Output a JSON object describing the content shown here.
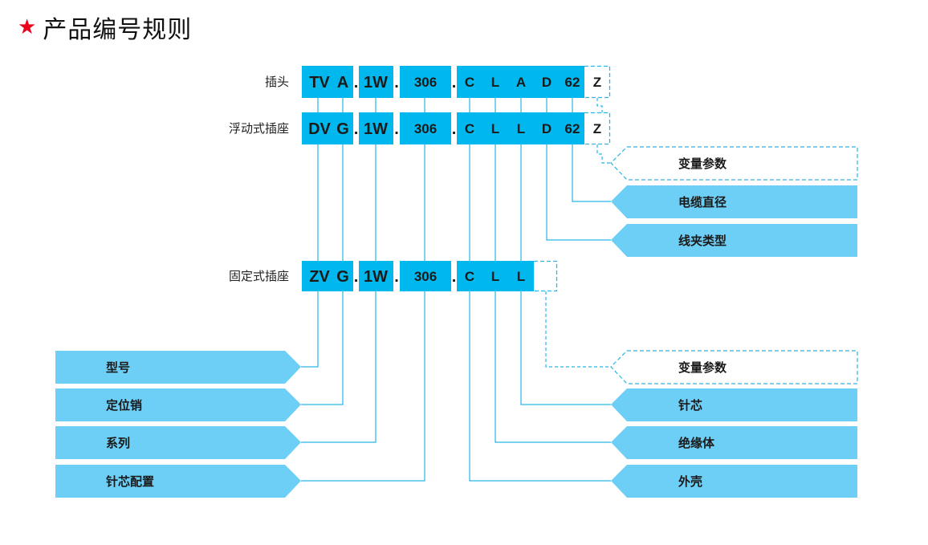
{
  "title": {
    "icon": "star-icon",
    "text": "产品编号规则"
  },
  "colors": {
    "box": "#00b7ee",
    "tag": "#6dcff6",
    "line": "#29b6e8",
    "star": "#e8001c"
  },
  "rows": [
    {
      "label": "插头",
      "g1": [
        "T",
        "V",
        "A"
      ],
      "g2": "1W",
      "g3": "306",
      "g4": [
        "C",
        "L",
        "A",
        "D",
        "62"
      ],
      "z": "Z"
    },
    {
      "label": "浮动式插座",
      "g1": [
        "D",
        "V",
        "G"
      ],
      "g2": "1W",
      "g3": "306",
      "g4": [
        "C",
        "L",
        "L",
        "D",
        "62"
      ],
      "z": "Z"
    },
    {
      "label": "固定式插座",
      "g1": [
        "Z",
        "V",
        "G"
      ],
      "g2": "1W",
      "g3": "306",
      "g4": [
        "C",
        "L",
        "L"
      ],
      "z": ""
    }
  ],
  "separator": ".",
  "left_tags": [
    "型号",
    "定位销",
    "系列",
    "针芯配置"
  ],
  "right_tags_top": [
    {
      "text": "变量参数",
      "variant": "dashed"
    },
    {
      "text": "电缆直径",
      "variant": "solid"
    },
    {
      "text": "线夹类型",
      "variant": "solid"
    }
  ],
  "right_tags_bottom": [
    {
      "text": "变量参数",
      "variant": "dashed"
    },
    {
      "text": "针芯",
      "variant": "solid"
    },
    {
      "text": "绝缘体",
      "variant": "solid"
    },
    {
      "text": "外壳",
      "variant": "solid"
    }
  ]
}
